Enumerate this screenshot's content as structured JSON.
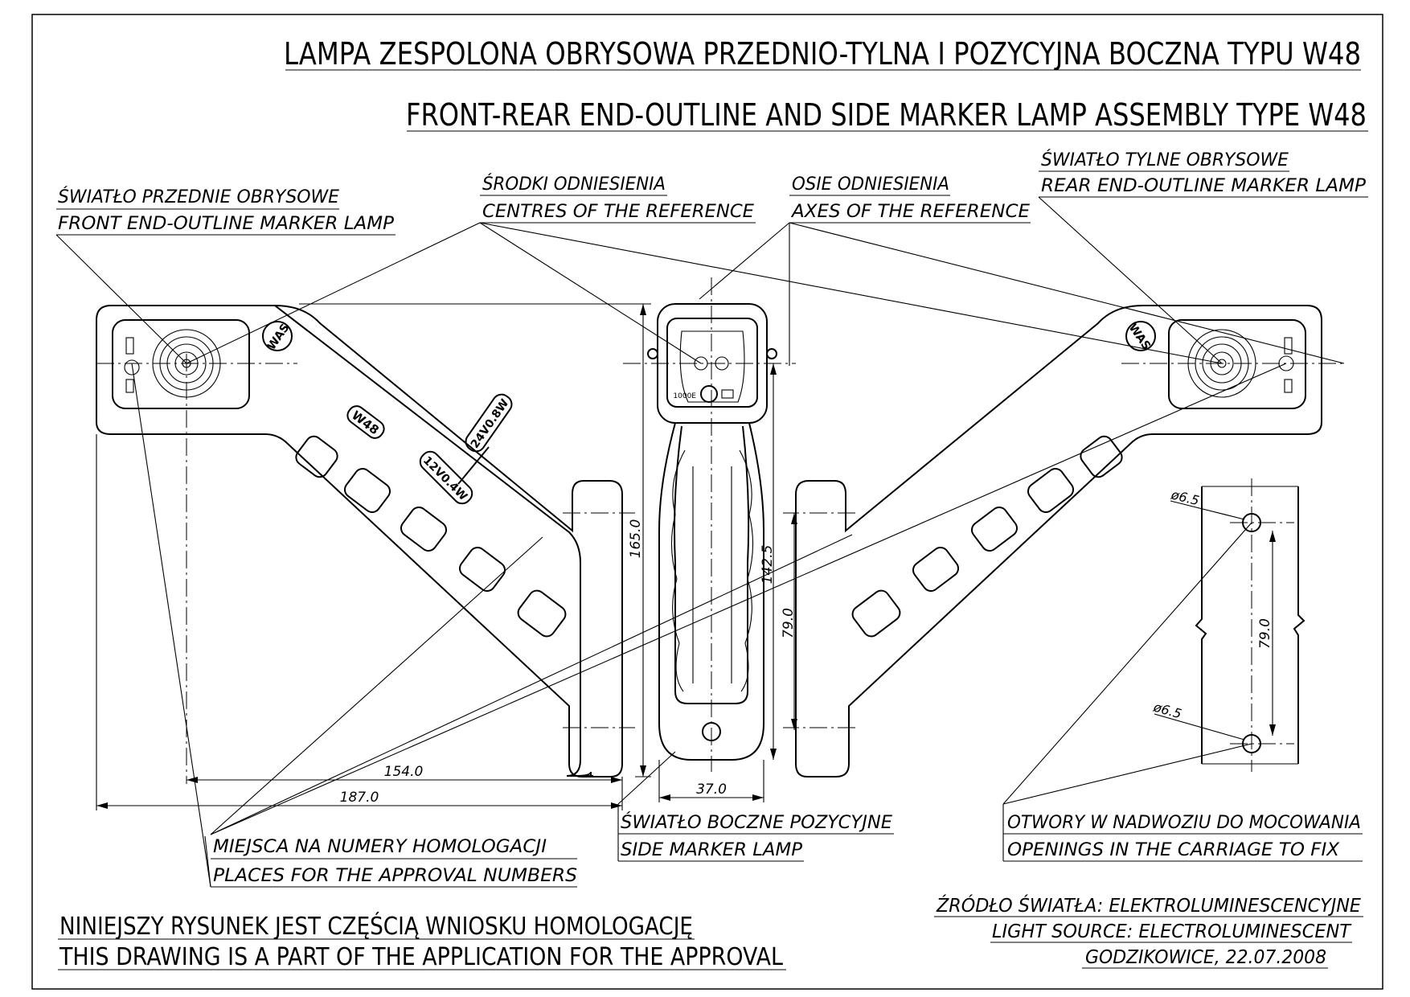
{
  "title": {
    "pl": "LAMPA  ZESPOLONA OBRYSOWA PRZEDNIO-TYLNA I POZYCYJNA BOCZNA TYPU W48",
    "en": "FRONT-REAR END-OUTLINE AND SIDE MARKER LAMP ASSEMBLY TYPE W48"
  },
  "callouts": {
    "front_lamp": {
      "pl": "ŚWIATŁO PRZEDNIE OBRYSOWE",
      "en": "FRONT END-OUTLINE MARKER LAMP"
    },
    "centres": {
      "pl": "ŚRODKI ODNIESIENIA",
      "en": "CENTRES OF THE REFERENCE"
    },
    "axes": {
      "pl": "OSIE ODNIESIENIA",
      "en": "AXES OF THE REFERENCE"
    },
    "rear_lamp": {
      "pl": "ŚWIATŁO TYLNE OBRYSOWE",
      "en": "REAR END-OUTLINE MARKER LAMP"
    },
    "approval": {
      "pl": "MIEJSCA NA NUMERY HOMOLOGACJI",
      "en": "PLACES FOR THE APPROVAL NUMBERS"
    },
    "side_lamp": {
      "pl": "ŚWIATŁO BOCZNE POZYCYJNE",
      "en": "SIDE MARKER LAMP"
    },
    "openings": {
      "pl": "OTWORY W NADWOZIU DO MOCOWANIA",
      "en": "OPENINGS IN THE CARRIAGE TO FIX"
    }
  },
  "dimensions": {
    "d154": "154.0",
    "d187": "187.0",
    "d165": "165.0",
    "d142": "142.5",
    "d79_side": "79.0",
    "d37": "37.0",
    "d79_holes": "79.0",
    "hole_top": "ø6.5",
    "hole_bottom": "ø6.5"
  },
  "markings": {
    "model": "W48",
    "v24": "24V0.8W",
    "v12": "12V0.4W",
    "brand": "WAS",
    "side_code": "1000E"
  },
  "footer": {
    "note_pl": "NINIEJSZY RYSUNEK JEST CZĘŚCIĄ WNIOSKU HOMOLOGACJĘ",
    "note_en": "THIS DRAWING IS A PART OF THE APPLICATION FOR THE APPROVAL",
    "source_pl": "ŹRÓDŁO ŚWIATŁA: ELEKTROLUMINESCENCYJNE",
    "source_en": "LIGHT SOURCE: ELECTROLUMINESCENT",
    "place_date": "GODZIKOWICE, 22.07.2008"
  }
}
